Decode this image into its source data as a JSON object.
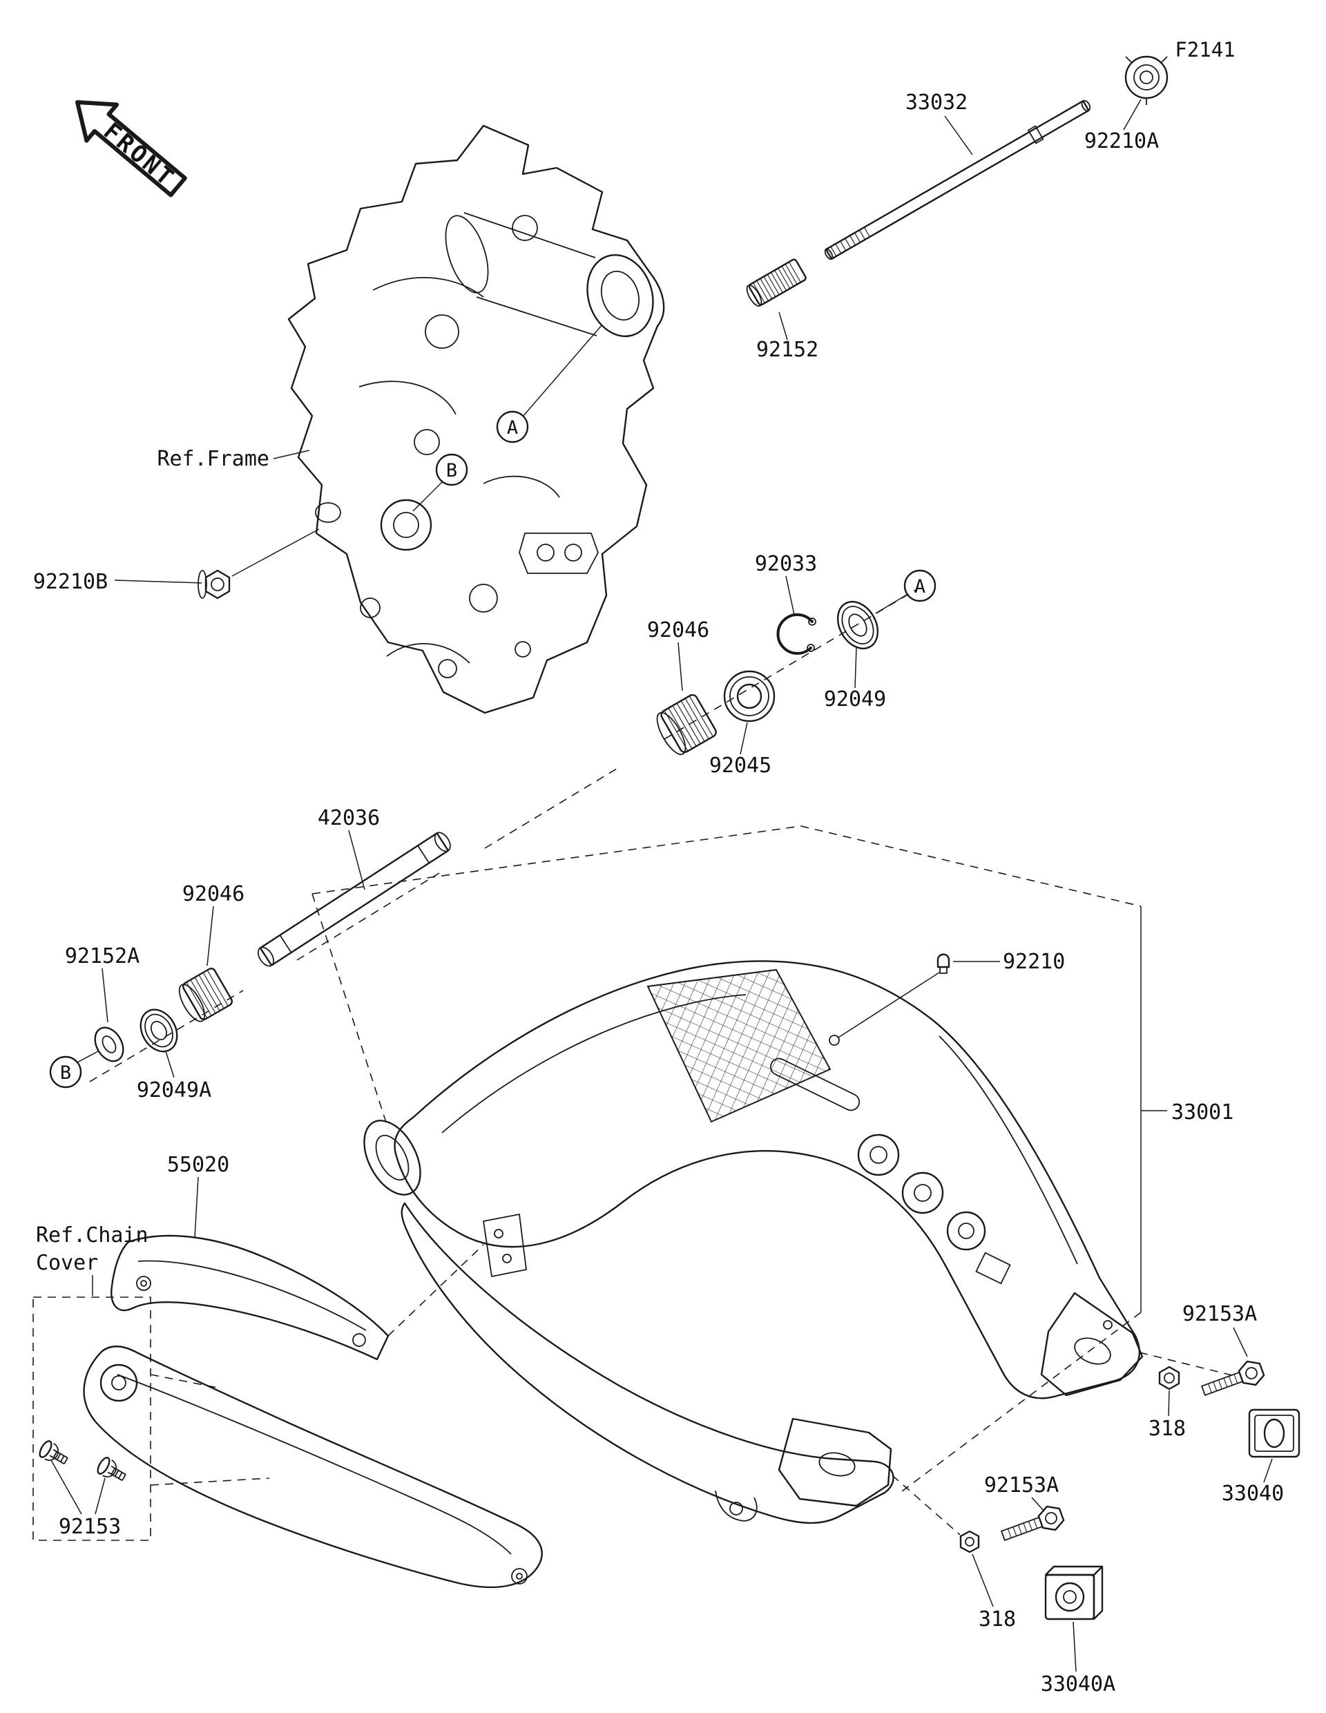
{
  "page": {
    "bg": "#ffffff",
    "ink": "#1a1a1a"
  },
  "diagram": {
    "figure_code": "F2141",
    "front_arrow": "FRONT",
    "references": {
      "frame": "Ref.Frame",
      "chain_cover_line1": "Ref.Chain",
      "chain_cover_line2": "Cover"
    },
    "callouts": {
      "a": "A",
      "b": "B"
    },
    "labels": {
      "pivot_shaft": "33032",
      "pivot_cap": "92210A",
      "pivot_nut": "92210B",
      "thread_bush": "92152",
      "washer": "92152A",
      "circlip": "92033",
      "needle_bearing_upper": "92046",
      "needle_bearing_lower": "92046",
      "ball_bearing": "92045",
      "oil_seal": "92049",
      "oil_seal_a": "92049A",
      "sleeve": "42036",
      "swingarm": "33001",
      "grease_fitting": "92210",
      "chain_guard": "55020",
      "guard_screw": "92153",
      "adjuster_bolt_right": "92153A",
      "adjuster_bolt_left": "92153A",
      "adjuster_nut_right": "318",
      "adjuster_nut_left": "318",
      "chain_adjuster_right": "33040",
      "chain_adjuster_left": "33040A"
    }
  }
}
